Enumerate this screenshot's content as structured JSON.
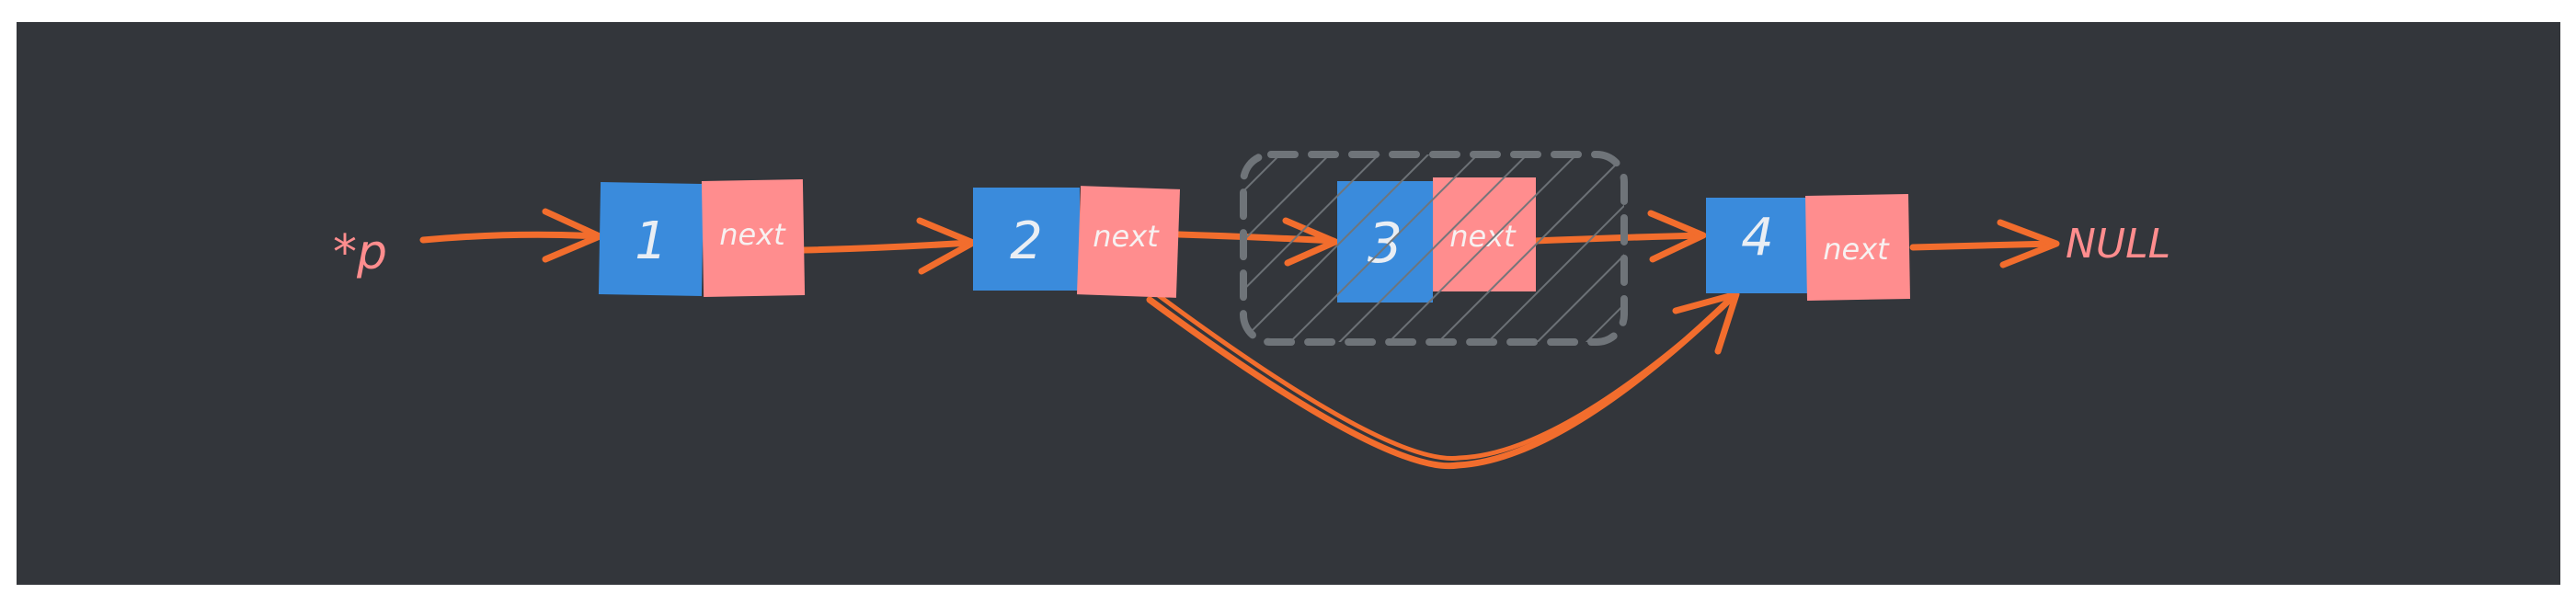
{
  "colors": {
    "page_bg": "#ffffff",
    "panel_bg": "#33363b",
    "value_box": "#3a8bdc",
    "next_box": "#ff8d8e",
    "arrow": "#f26d2d",
    "label_pink": "#ff8d8e",
    "value_text": "#e9eef4",
    "next_text": "#f7f1f1",
    "removed_outline": "#6f7479",
    "removed_hatch": "#6f7479"
  },
  "pointer_label": "*p",
  "null_label": "NULL",
  "nodes": [
    {
      "value": "1",
      "next_label": "next"
    },
    {
      "value": "2",
      "next_label": "next"
    },
    {
      "value": "3",
      "next_label": "next",
      "removed": true
    },
    {
      "value": "4",
      "next_label": "next"
    }
  ]
}
